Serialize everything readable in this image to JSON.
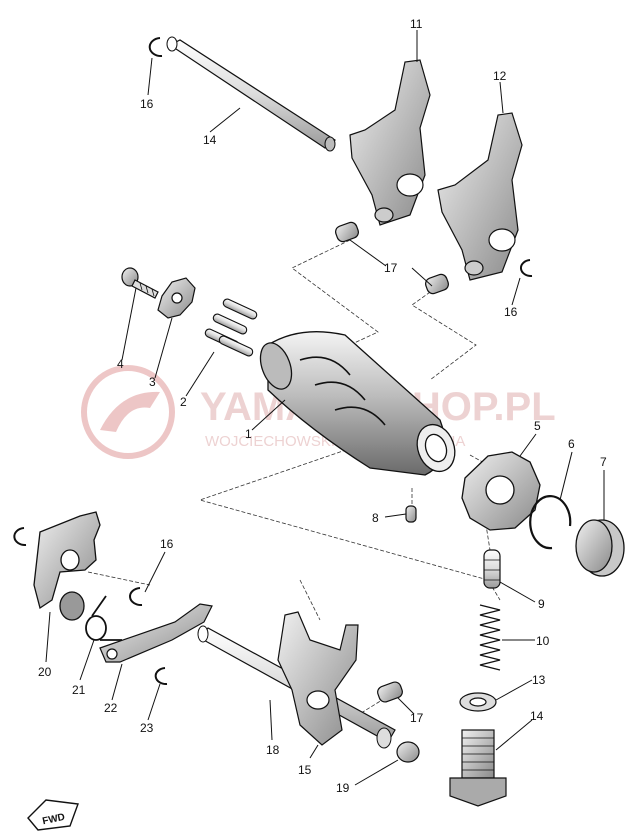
{
  "watermark": {
    "brand": "YAMAHA-SHOP.PL",
    "subtitle": "WOJCIECHOWSKI DEALER YAMAHA",
    "color": "#e8b4b4"
  },
  "fwd_label": "FWD",
  "callouts": [
    "1",
    "2",
    "3",
    "4",
    "5",
    "6",
    "7",
    "8",
    "9",
    "10",
    "11",
    "12",
    "13",
    "14",
    "14",
    "15",
    "16",
    "16",
    "16",
    "17",
    "17",
    "18",
    "19",
    "20",
    "21",
    "22",
    "23"
  ]
}
